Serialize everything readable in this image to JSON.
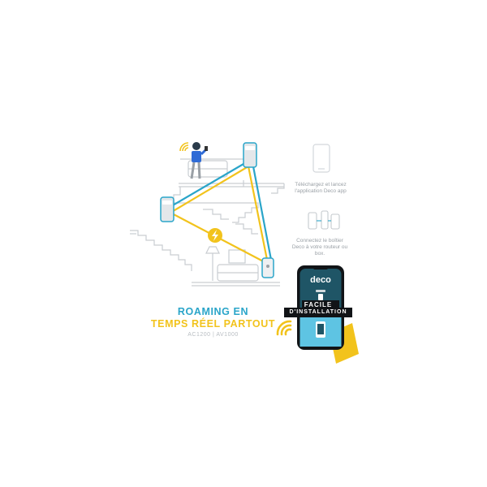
{
  "steps": [
    {
      "text": "Téléchargez et lancez l'application Deco app"
    },
    {
      "text": "Connectez le boîtier Deco à votre routeur ou box."
    }
  ],
  "headline": {
    "line1": "ROAMING EN",
    "line2": "TEMPS RÉEL PARTOUT",
    "models": "AC1200 | AV1000"
  },
  "phone": {
    "logo": "deco",
    "badge_line1": "FACILE",
    "badge_line2": "D'INSTALLATION"
  },
  "colors": {
    "cyan": "#2aa5c9",
    "yellow": "#f2c31c",
    "teal": "#1f5566",
    "phone_screen_bottom": "#5ec4e3"
  }
}
